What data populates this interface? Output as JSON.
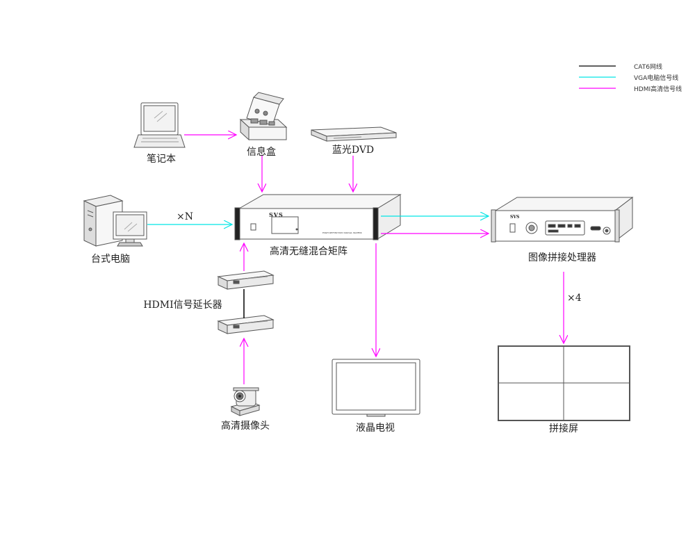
{
  "legend": [
    {
      "label": "CAT6网线",
      "color": "#000000"
    },
    {
      "label": "VGA电脑信号线",
      "color": "#00e5e5"
    },
    {
      "label": "HDMI高清信号线",
      "color": "#ff00ff"
    }
  ],
  "nodes": {
    "laptop": "笔记本",
    "info_box": "信息盒",
    "bluray": "蓝光DVD",
    "desktop": "台式电脑",
    "matrix": "高清无缝混合矩阵",
    "processor": "图像拼接处理器",
    "extender": "HDMI信号延长器",
    "camera": "高清摄像头",
    "lcd_tv": "液晶电视",
    "splice_screen": "拼接屏"
  },
  "multipliers": {
    "desktop": "×N",
    "screen": "×4"
  },
  "device_text": {
    "brand": "SVS",
    "matrix_model": "HIGH DEFINITION SIGNAL MATRIX"
  },
  "colors": {
    "cat6": "#000000",
    "vga": "#00e5e5",
    "hdmi": "#ff00ff",
    "device_stroke": "#555555"
  }
}
